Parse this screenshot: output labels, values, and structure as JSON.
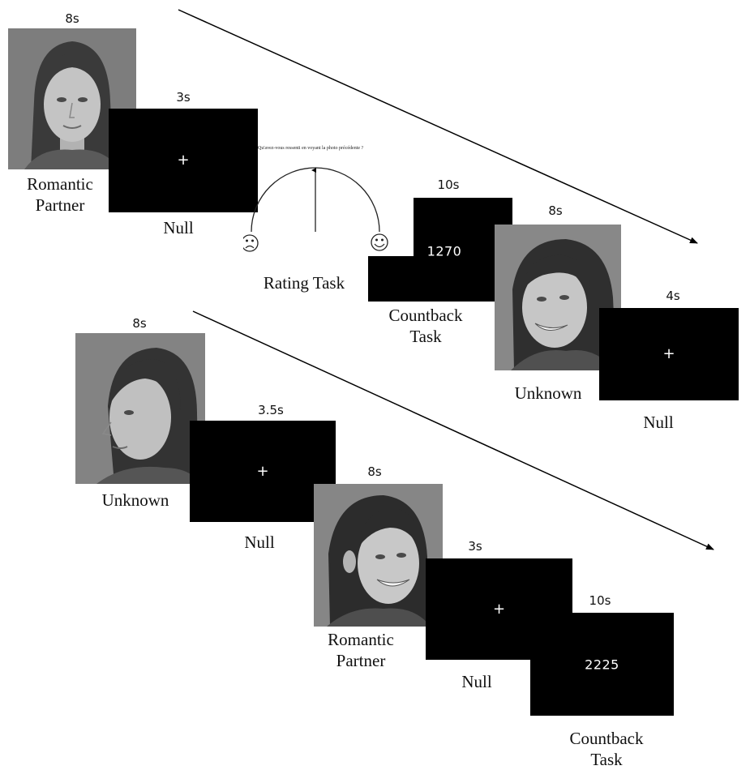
{
  "top_sequence": {
    "photo1": {
      "time": "8s",
      "label_line1": "Romantic",
      "label_line2": "Partner"
    },
    "null1": {
      "time": "3s",
      "symbol": "+",
      "label": "Null"
    },
    "rating": {
      "question": "Qu'avez-vous ressenti en voyant la photo précédente ?",
      "label": "Rating Task",
      "sad_icon": "sad-face-icon",
      "happy_icon": "smiley-face-icon"
    },
    "countback1": {
      "time": "10s",
      "number": "1270",
      "label_line1": "Countback",
      "label_line2": "Task"
    },
    "photo2": {
      "time": "8s",
      "label": "Unknown"
    },
    "null2": {
      "time": "4s",
      "symbol": "+",
      "label": "Null"
    }
  },
  "bottom_sequence": {
    "photo3": {
      "time": "8s",
      "label": "Unknown"
    },
    "null3": {
      "time": "3.5s",
      "symbol": "+",
      "label": "Null"
    },
    "photo4": {
      "time": "8s",
      "label_line1": "Romantic",
      "label_line2": "Partner"
    },
    "null4": {
      "time": "3s",
      "symbol": "+",
      "label": "Null"
    },
    "countback2": {
      "time": "10s",
      "number": "2225",
      "label_line1": "Countback",
      "label_line2": "Task"
    }
  },
  "colors": {
    "screen": "#000000",
    "photo_background": "#7c7c7c",
    "text": "#111111"
  }
}
